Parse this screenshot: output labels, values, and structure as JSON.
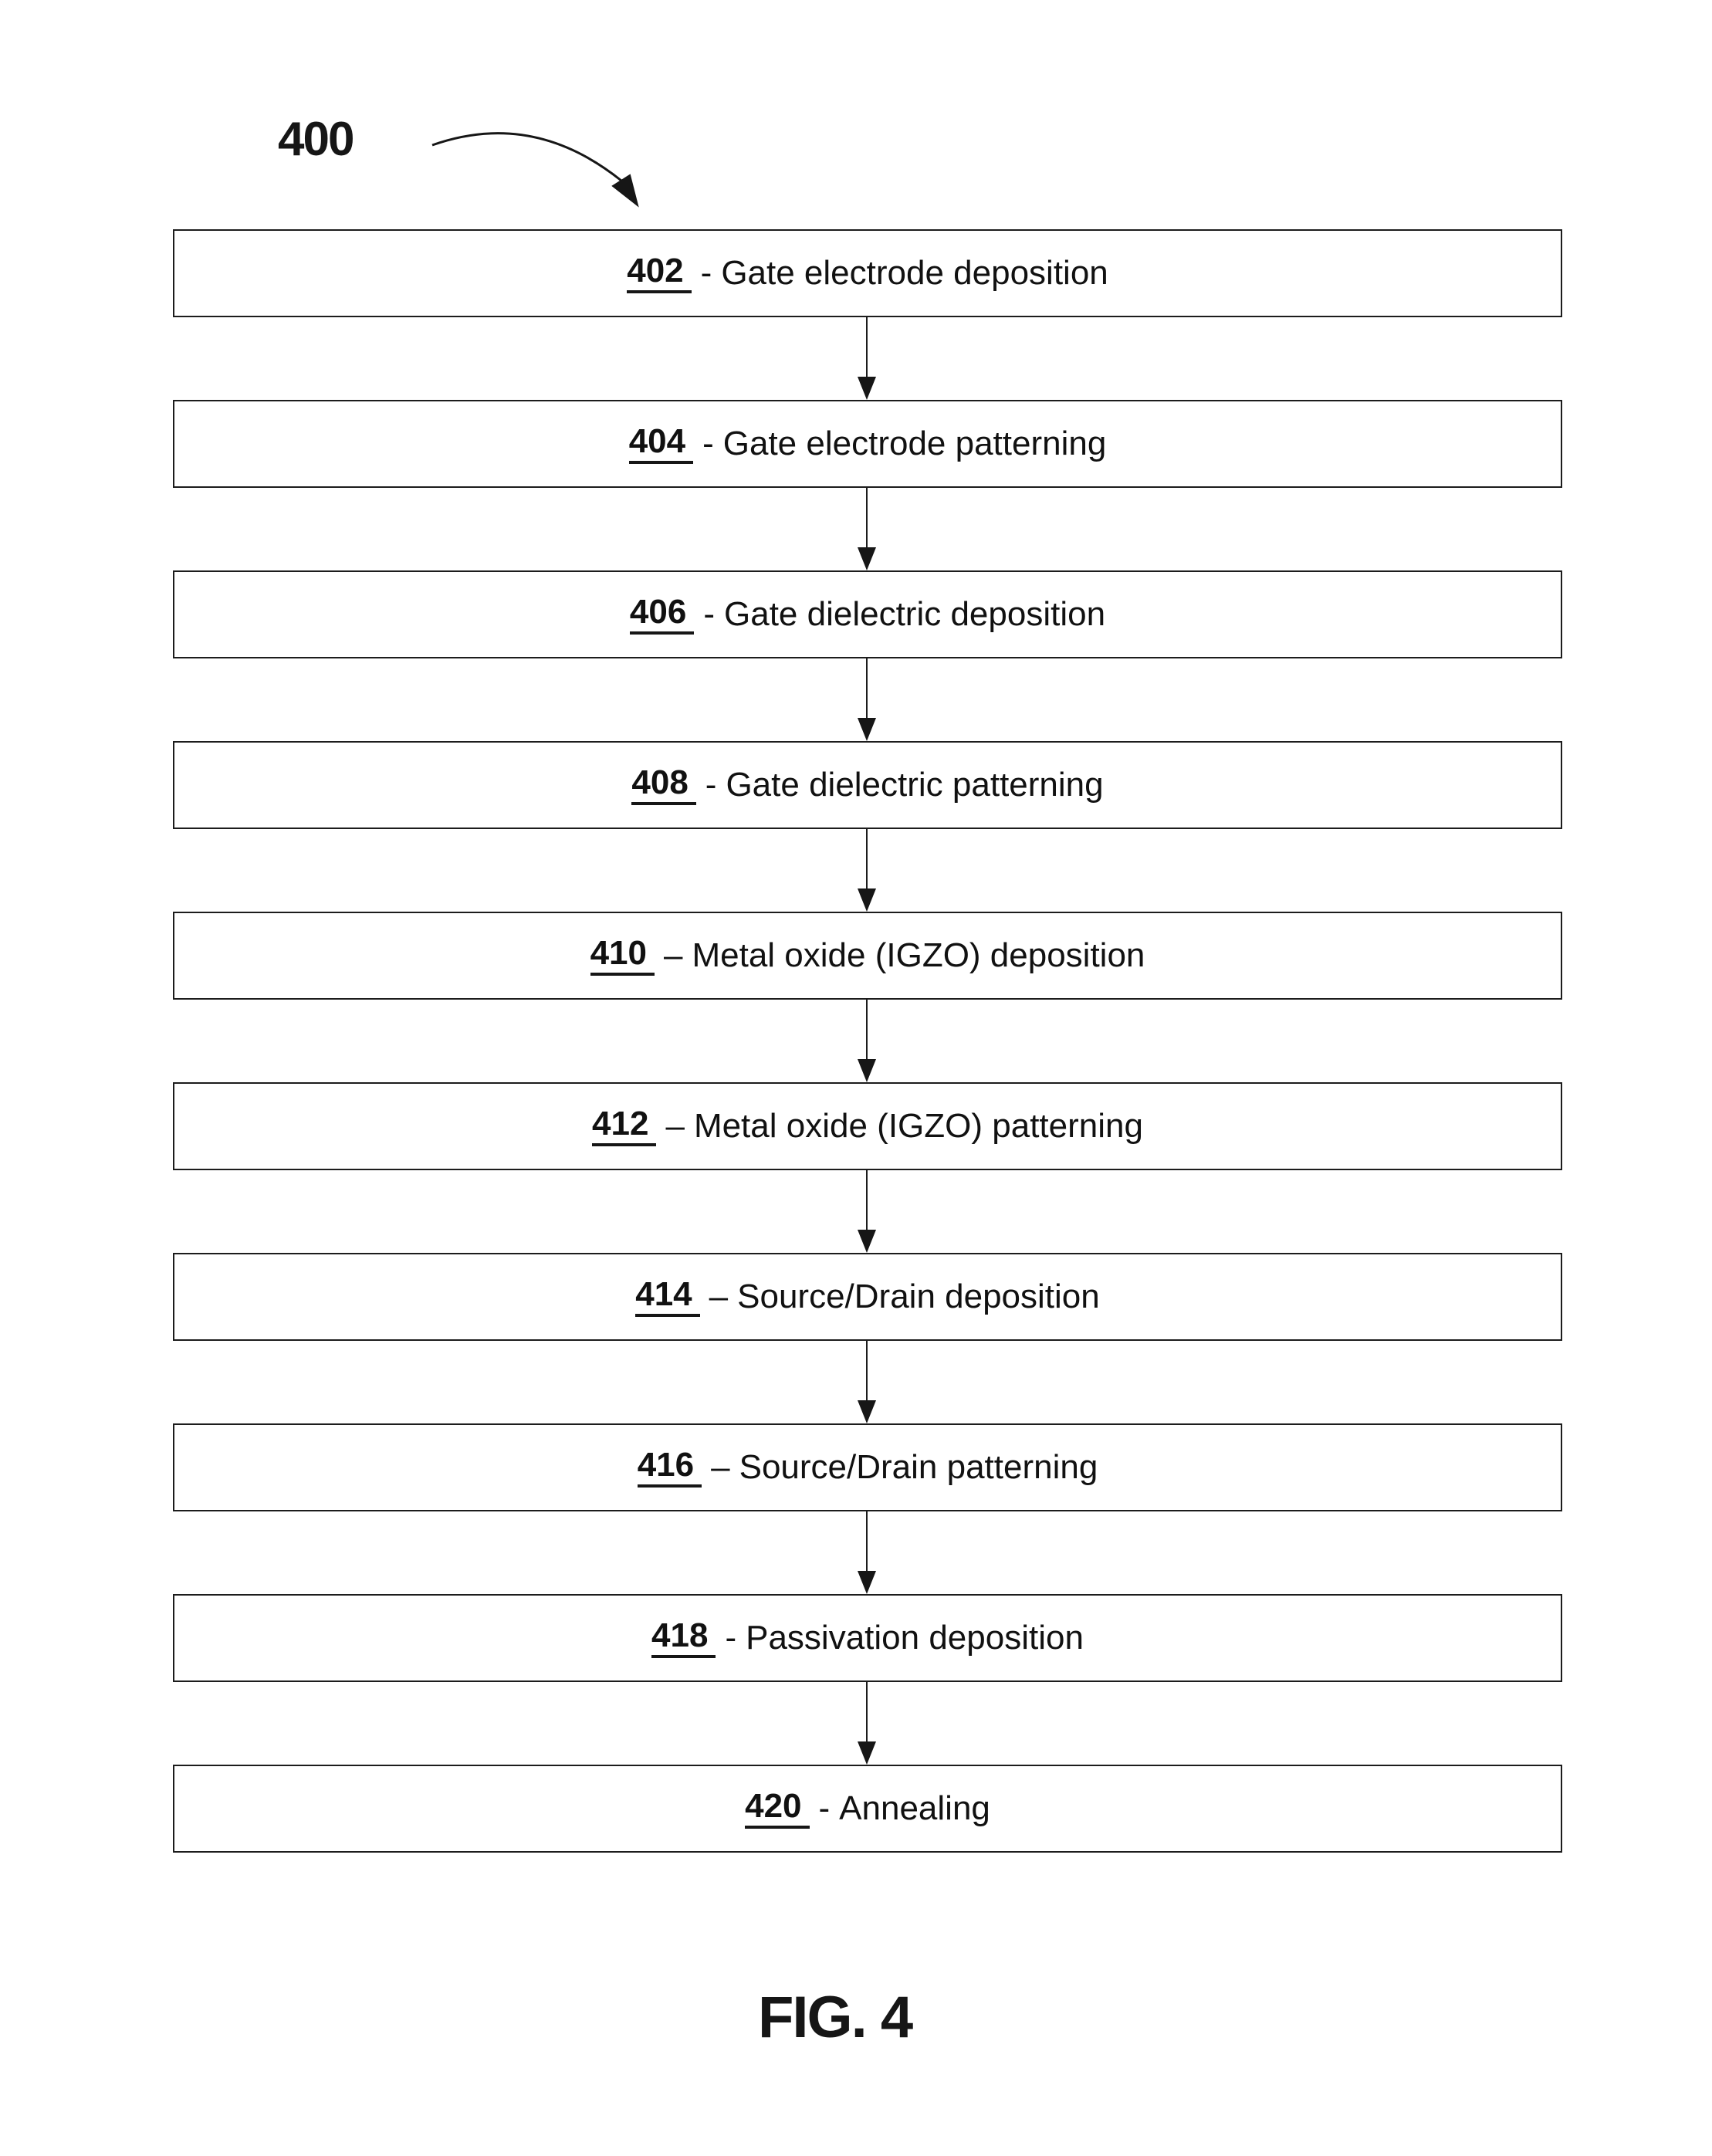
{
  "figure": {
    "reference_label": "400",
    "caption": "FIG. 4",
    "ink_color": "#161616",
    "steps": [
      {
        "number": "402",
        "separator": "-",
        "label": "Gate electrode deposition"
      },
      {
        "number": "404",
        "separator": "-",
        "label": "Gate electrode patterning"
      },
      {
        "number": "406",
        "separator": "-",
        "label": "Gate dielectric deposition"
      },
      {
        "number": "408",
        "separator": "-",
        "label": "Gate dielectric patterning"
      },
      {
        "number": "410",
        "separator": "–",
        "label": "Metal oxide (IGZO) deposition"
      },
      {
        "number": "412",
        "separator": "–",
        "label": "Metal oxide (IGZO) patterning"
      },
      {
        "number": "414",
        "separator": "–",
        "label": "Source/Drain deposition"
      },
      {
        "number": "416",
        "separator": "–",
        "label": "Source/Drain patterning"
      },
      {
        "number": "418",
        "separator": "-",
        "label": "Passivation deposition"
      },
      {
        "number": "420",
        "separator": "-",
        "label": "Annealing"
      }
    ]
  }
}
